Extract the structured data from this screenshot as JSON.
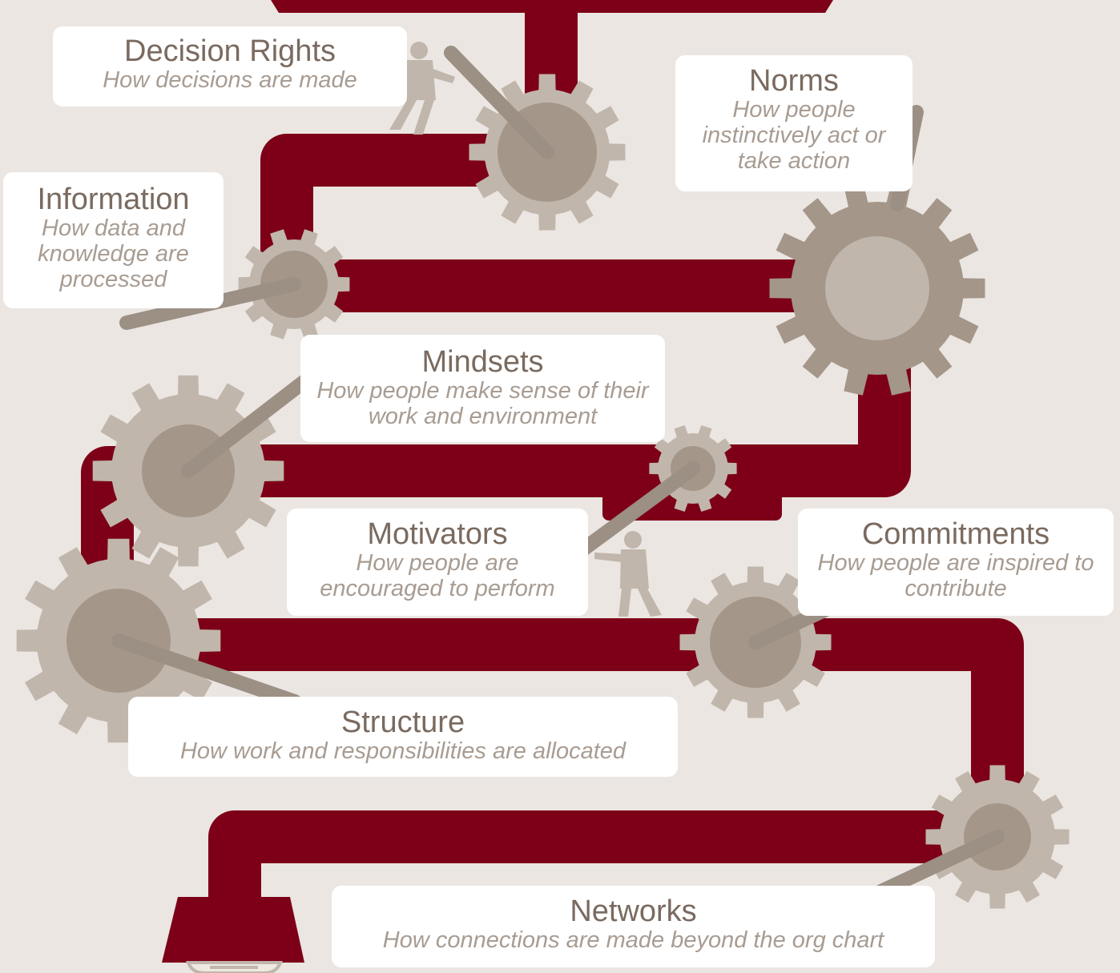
{
  "colors": {
    "background": "#ebe6e2",
    "pipe": "#7d0018",
    "gear_light": "#c1b6ab",
    "gear_dark": "#a49689",
    "lever": "#9c8f84",
    "card": "#ffffff",
    "title_text": "#7a6a5f",
    "subtitle_text": "#a89c92"
  },
  "labels": [
    {
      "title": "Decision Rights",
      "subtitle": "How decisions are made"
    },
    {
      "title": "Norms",
      "subtitle": "How people instinctively act or take action"
    },
    {
      "title": "Information",
      "subtitle": "How data and knowledge are processed"
    },
    {
      "title": "Mindsets",
      "subtitle": "How people make sense of their work and environment"
    },
    {
      "title": "Motivators",
      "subtitle": "How people are encouraged to perform"
    },
    {
      "title": "Commitments",
      "subtitle": "How people are inspired to contribute"
    },
    {
      "title": "Structure",
      "subtitle": "How work and responsibilities are allocated"
    },
    {
      "title": "Networks",
      "subtitle": "How connections are made beyond the org chart"
    }
  ],
  "icons": [
    "gear-icon",
    "lever-handle-icon",
    "person-pushing-icon",
    "funnel-icon",
    "lightbulb-icon"
  ]
}
